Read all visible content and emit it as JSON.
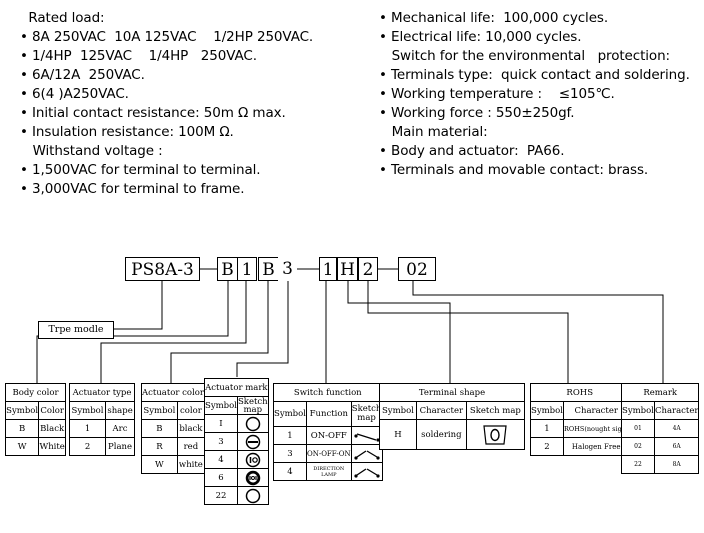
{
  "specs_left": [
    "  Rated load:",
    "• 8A 250VAC  10A 125VAC    1/2HP 250VAC.",
    "• 1/4HP  125VAC    1/4HP   250VAC.",
    "• 6A/12A  250VAC.",
    "• 6(4 )A250VAC.",
    "• Initial contact resistance: 50m Ω max.",
    "• Insulation resistance: 100M Ω.",
    "   Withstand voltage :",
    "• 1,500VAC for terminal to terminal.",
    "• 3,000VAC for terminal to frame."
  ],
  "specs_right": [
    "• Mechanical life:  100,000 cycles.",
    "• Electrical life: 10,000 cycles.",
    "   Switch for the environmental   protection:",
    "• Terminals type:  quick contact and soldering.",
    "• Working temperature :    ≤105℃.",
    "• Working force : 550±250gf.",
    "   Main material:",
    "• Body and actuator:  PA66.",
    "• Terminals and movable contact: brass."
  ],
  "code": {
    "model": "PS8A-3",
    "c1": "B",
    "c2": "1",
    "c3": "B",
    "c4": "3",
    "c5": "1",
    "c6": "H",
    "c7": "2",
    "c8": "02",
    "type_label": "Trpe modle"
  },
  "body_color": {
    "title": "Body color",
    "headers": [
      "Symbol",
      "Color"
    ],
    "rows": [
      [
        "B",
        "Black"
      ],
      [
        "W",
        "White"
      ]
    ]
  },
  "actuator_type": {
    "title": "Actuator type",
    "headers": [
      "Symbol",
      "shape"
    ],
    "rows": [
      [
        "1",
        "Arc"
      ],
      [
        "2",
        "Plane"
      ]
    ]
  },
  "actuator_color": {
    "title": "Actuator color",
    "headers": [
      "Symbol",
      "color"
    ],
    "rows": [
      [
        "B",
        "black"
      ],
      [
        "R",
        "red"
      ],
      [
        "W",
        "white"
      ]
    ]
  },
  "actuator_mark": {
    "title": "Actuator mark",
    "headers": [
      "Symbol",
      "Sketch map"
    ],
    "rows": [
      {
        "symbol": "I",
        "icon": "circle-plain-icon"
      },
      {
        "symbol": "3",
        "icon": "circle-minus-icon"
      },
      {
        "symbol": "4",
        "icon": "circle-io-icon"
      },
      {
        "symbol": "6",
        "icon": "circle-ioii-icon"
      },
      {
        "symbol": "22",
        "icon": "circle-plain-icon"
      }
    ]
  },
  "switch_function": {
    "title": "Switch function",
    "headers": [
      "Symbol",
      "Function",
      "Sketch map"
    ],
    "rows": [
      {
        "symbol": "1",
        "function": "ON-OFF",
        "icon": "switch-on-off-icon"
      },
      {
        "symbol": "3",
        "function": "ON-OFF-ON",
        "icon": "switch-on-off-on-icon"
      },
      {
        "symbol": "4",
        "function": "DIRECTION LAMP",
        "icon": "switch-direction-lamp-icon"
      }
    ]
  },
  "terminal_shape": {
    "title": "Terminal shape",
    "headers": [
      "Symbol",
      "Character",
      "Sketch map"
    ],
    "rows": [
      {
        "symbol": "H",
        "character": "soldering",
        "icon": "solder-terminal-icon"
      }
    ]
  },
  "rohs": {
    "title": "ROHS",
    "headers": [
      "Symbol",
      "Character"
    ],
    "rows": [
      [
        "1",
        "ROHS(nought sign)"
      ],
      [
        "2",
        "Halogen Free"
      ]
    ]
  },
  "remark": {
    "title": "Remark",
    "headers": [
      "Symbol",
      "Character"
    ],
    "rows": [
      [
        "01",
        "4A"
      ],
      [
        "02",
        "6A"
      ],
      [
        "22",
        "8A"
      ]
    ]
  }
}
